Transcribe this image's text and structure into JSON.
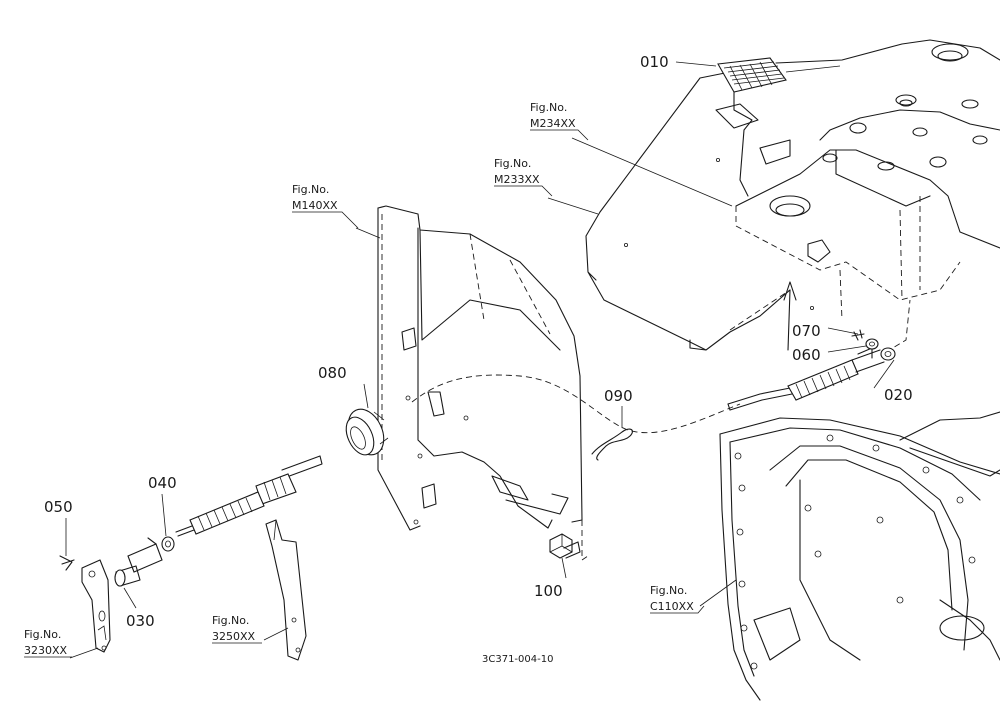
{
  "part_labels": {
    "p010": "010",
    "p020": "020",
    "p030": "030",
    "p040": "040",
    "p050": "050",
    "p060": "060",
    "p070": "070",
    "p080": "080",
    "p090": "090",
    "p100": "100"
  },
  "figure_refs": {
    "m234": {
      "line1": "Fig.No.",
      "line2": "M234XX"
    },
    "m233": {
      "line1": "Fig.No.",
      "line2": "M233XX"
    },
    "m140": {
      "line1": "Fig.No.",
      "line2": "M140XX"
    },
    "c110": {
      "line1": "Fig.No.",
      "line2": "C110XX"
    },
    "f3250": {
      "line1": "Fig.No.",
      "line2": "3250XX"
    },
    "f3230": {
      "line1": "Fig.No.",
      "line2": "3230XX"
    }
  },
  "drawing_code": "3C371-004-10"
}
